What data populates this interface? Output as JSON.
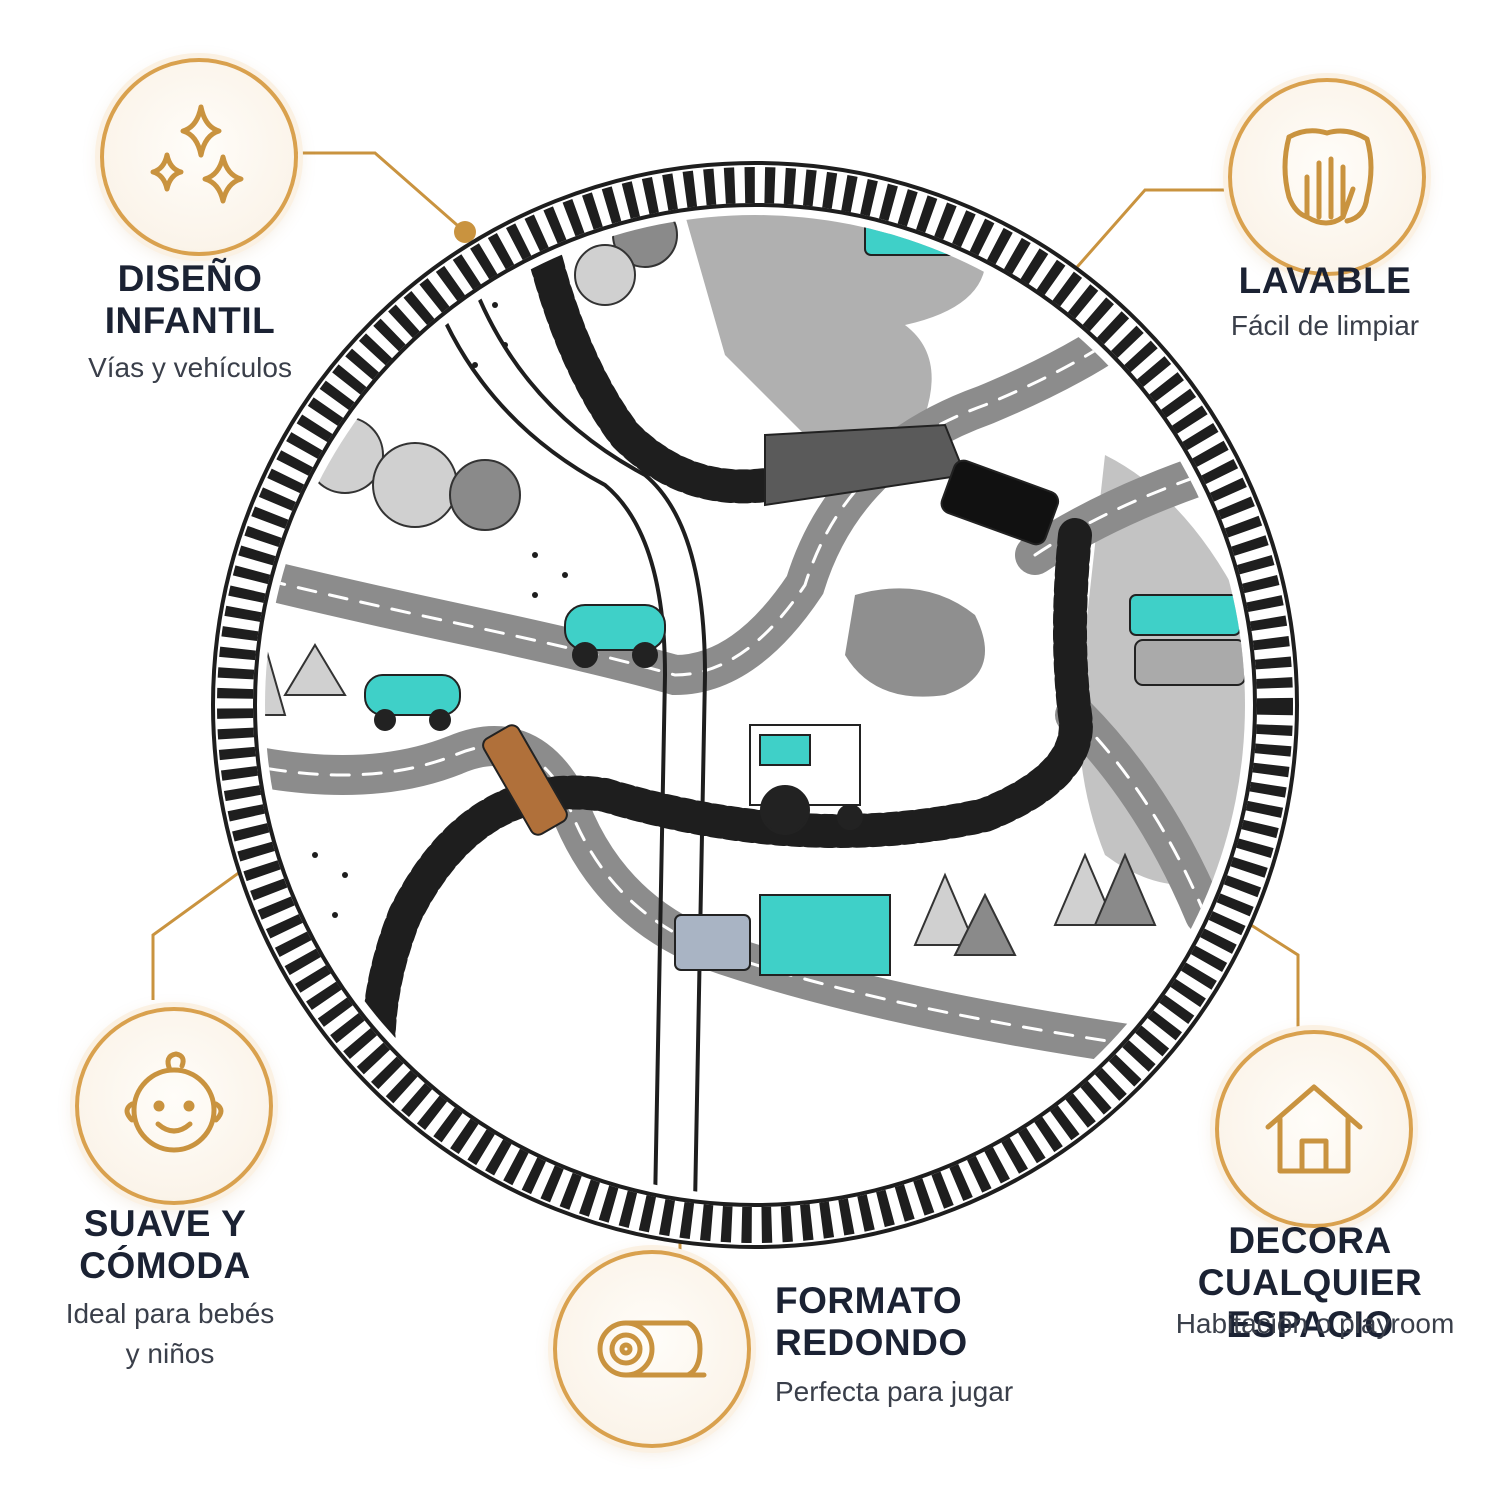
{
  "accent_color": "#c9933f",
  "features": [
    {
      "id": "diseno",
      "title": "DISEÑO\nINFANTIL",
      "subtitle": "Vías y vehículos",
      "icon": "sparkles-icon"
    },
    {
      "id": "lavable",
      "title": "LAVABLE",
      "subtitle": "Fácil de limpiar",
      "icon": "hand-wipe-icon"
    },
    {
      "id": "suave",
      "title": "SUAVE Y\nCÓMODA",
      "subtitle": "Ideal para bebés\ny niños",
      "icon": "baby-face-icon"
    },
    {
      "id": "formato",
      "title": "FORMATO\nREDONDO",
      "subtitle": "Perfecta para jugar",
      "icon": "rolled-mat-icon"
    },
    {
      "id": "decora",
      "title": "DECORA\nCUALQUIER ESPACIO",
      "subtitle": "Habitación o playroom",
      "icon": "house-icon"
    }
  ],
  "product_image": {
    "name": "round road play mat"
  }
}
